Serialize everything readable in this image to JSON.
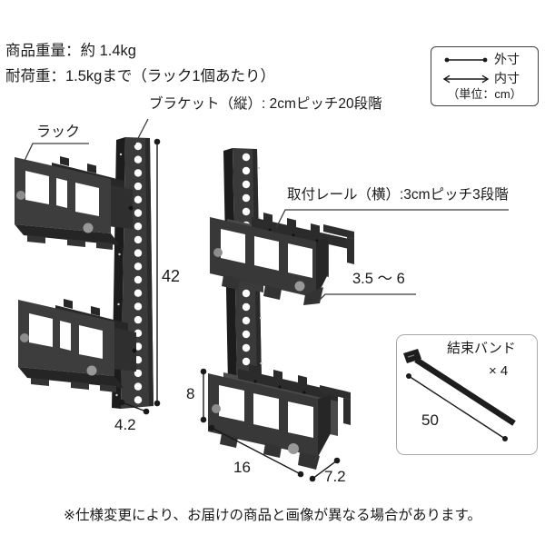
{
  "header": {
    "product_weight": "商品重量：約 1.4kg",
    "load_capacity": "耐荷重：1.5kgまで（ラック1個あたり）"
  },
  "legend": {
    "outer_label": "外寸",
    "inner_label": "内寸",
    "unit_label": "（単位：cm）"
  },
  "annotations": {
    "rack_label": "ラック",
    "bracket_label": "ブラケット（縦）: 2cmピッチ20段階",
    "rail_label": "取付レール（横）:3cmピッチ3段階",
    "hook_depth_range": "3.5 ～ 6"
  },
  "dimensions": {
    "bracket_height": "42",
    "bracket_width": "4.2",
    "rack_height": "8",
    "rack_width": "16",
    "rack_depth": "7.2",
    "tie_length": "50"
  },
  "accessory": {
    "name": "結束バンド",
    "quantity": "× 4"
  },
  "footnote": "※仕様変更により、お届けの商品と画像が異なる場合があります。",
  "colors": {
    "product_dark": "#2b2b2b",
    "product_mid": "#3a3a3a",
    "product_light": "#4a4a4a",
    "pad_gray": "#919191",
    "line": "#1a1a1a",
    "background": "#ffffff"
  }
}
